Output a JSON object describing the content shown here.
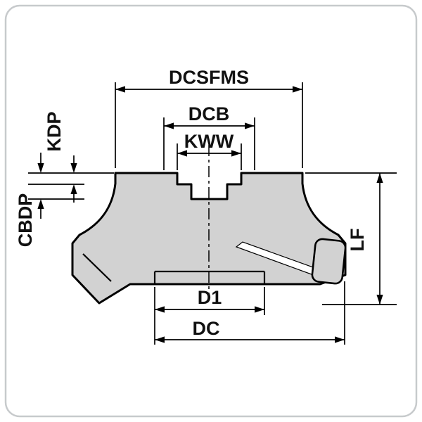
{
  "figure": {
    "type": "technical-drawing",
    "subject": "face-mill-cutter-cross-section",
    "labels": {
      "dcsfms": "DCSFMS",
      "dcb": "DCB",
      "kww": "KWW",
      "kdp": "KDP",
      "cbdp": "CBDP",
      "lf": "LF",
      "d1": "D1",
      "dc": "DC"
    },
    "colors": {
      "body_fill": "#d2d2d2",
      "line": "#000000",
      "frame_border": "#c7cacc",
      "background": "#ffffff"
    }
  }
}
